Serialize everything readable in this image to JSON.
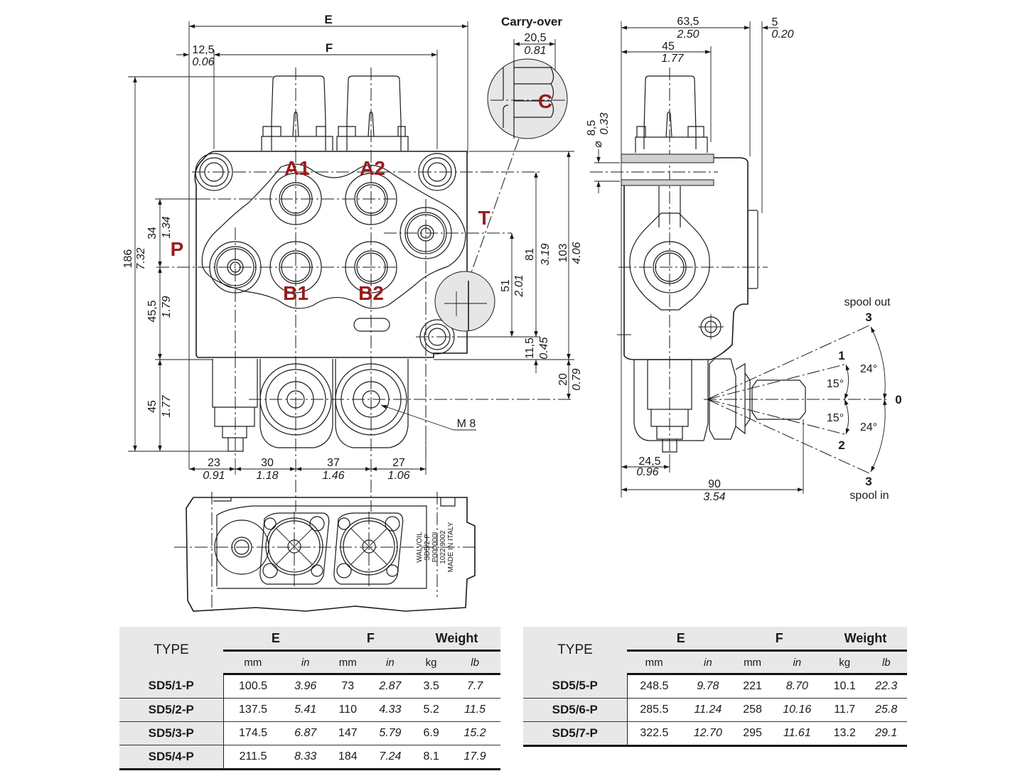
{
  "drawing": {
    "front_view": {
      "dims_top": {
        "E": "E",
        "F": "F",
        "offset_mm": "12,5",
        "offset_in": "0.06"
      },
      "dims_left": [
        {
          "mm": "186",
          "in": "7.32"
        },
        {
          "mm": "34",
          "in": "1.34"
        },
        {
          "mm": "45,5",
          "in": "1.79"
        },
        {
          "mm": "45",
          "in": "1.77"
        }
      ],
      "dims_right": [
        {
          "mm": "51",
          "in": "2.01"
        },
        {
          "mm": "81",
          "in": "3.19"
        },
        {
          "mm": "103",
          "in": "4.06"
        },
        {
          "mm": "11,5",
          "in": "0.45"
        },
        {
          "mm": "20",
          "in": "0.79"
        }
      ],
      "dims_bottom": [
        {
          "mm": "23",
          "in": "0.91"
        },
        {
          "mm": "30",
          "in": "1.18"
        },
        {
          "mm": "37",
          "in": "1.46"
        },
        {
          "mm": "27",
          "in": "1.06"
        }
      ],
      "ports": [
        "A1",
        "A2",
        "B1",
        "B2",
        "P",
        "T"
      ],
      "thread_label": "M 8"
    },
    "carry_over": {
      "title": "Carry-over",
      "port": "C",
      "dim_mm": "20,5",
      "dim_in": "0.81"
    },
    "side_view": {
      "dims_top": [
        {
          "mm": "63,5",
          "in": "2.50"
        },
        {
          "mm": "5",
          "in": "0.20"
        },
        {
          "mm": "45",
          "in": "1.77"
        }
      ],
      "hole_dim": {
        "symbol": "⌀",
        "mm": "8,5",
        "in": "0.33"
      },
      "dims_bottom": [
        {
          "mm": "24,5",
          "in": "0.96"
        },
        {
          "mm": "90",
          "in": "3.54"
        }
      ],
      "lever_positions": {
        "spool_out_label": "spool out",
        "spool_in_label": "spool in",
        "pos_3_top": "3",
        "pos_1": "1",
        "pos_0": "0",
        "pos_2": "2",
        "pos_3_bottom": "3",
        "angle_1": "15°",
        "angle_2": "15°",
        "angle_3_top": "24°",
        "angle_3_bottom": "24°"
      }
    },
    "top_view": {
      "marking": [
        "WALVOIL",
        "SD5/2-P",
        "P000000I",
        "1022I9002",
        "MADE IN ITALY"
      ]
    }
  },
  "tables": [
    {
      "headers": {
        "type": "TYPE",
        "E": "E",
        "F": "F",
        "weight": "Weight"
      },
      "units": [
        "mm",
        "in",
        "mm",
        "in",
        "kg",
        "lb"
      ],
      "rows": [
        {
          "type": "SD5/1-P",
          "e_mm": "100.5",
          "e_in": "3.96",
          "f_mm": "73",
          "f_in": "2.87",
          "kg": "3.5",
          "lb": "7.7"
        },
        {
          "type": "SD5/2-P",
          "e_mm": "137.5",
          "e_in": "5.41",
          "f_mm": "110",
          "f_in": "4.33",
          "kg": "5.2",
          "lb": "11.5"
        },
        {
          "type": "SD5/3-P",
          "e_mm": "174.5",
          "e_in": "6.87",
          "f_mm": "147",
          "f_in": "5.79",
          "kg": "6.9",
          "lb": "15.2"
        },
        {
          "type": "SD5/4-P",
          "e_mm": "211.5",
          "e_in": "8.33",
          "f_mm": "184",
          "f_in": "7.24",
          "kg": "8.1",
          "lb": "17.9"
        }
      ]
    },
    {
      "headers": {
        "type": "TYPE",
        "E": "E",
        "F": "F",
        "weight": "Weight"
      },
      "units": [
        "mm",
        "in",
        "mm",
        "in",
        "kg",
        "lb"
      ],
      "rows": [
        {
          "type": "SD5/5-P",
          "e_mm": "248.5",
          "e_in": "9.78",
          "f_mm": "221",
          "f_in": "8.70",
          "kg": "10.1",
          "lb": "22.3"
        },
        {
          "type": "SD5/6-P",
          "e_mm": "285.5",
          "e_in": "11.24",
          "f_mm": "258",
          "f_in": "10.16",
          "kg": "11.7",
          "lb": "25.8"
        },
        {
          "type": "SD5/7-P",
          "e_mm": "322.5",
          "e_in": "12.70",
          "f_mm": "295",
          "f_in": "11.61",
          "kg": "13.2",
          "lb": "29.1"
        }
      ]
    }
  ],
  "colors": {
    "port_label": "#9b1c1c",
    "header_bg": "#e8e8e8",
    "detail_fill": "#e6e6e6"
  }
}
